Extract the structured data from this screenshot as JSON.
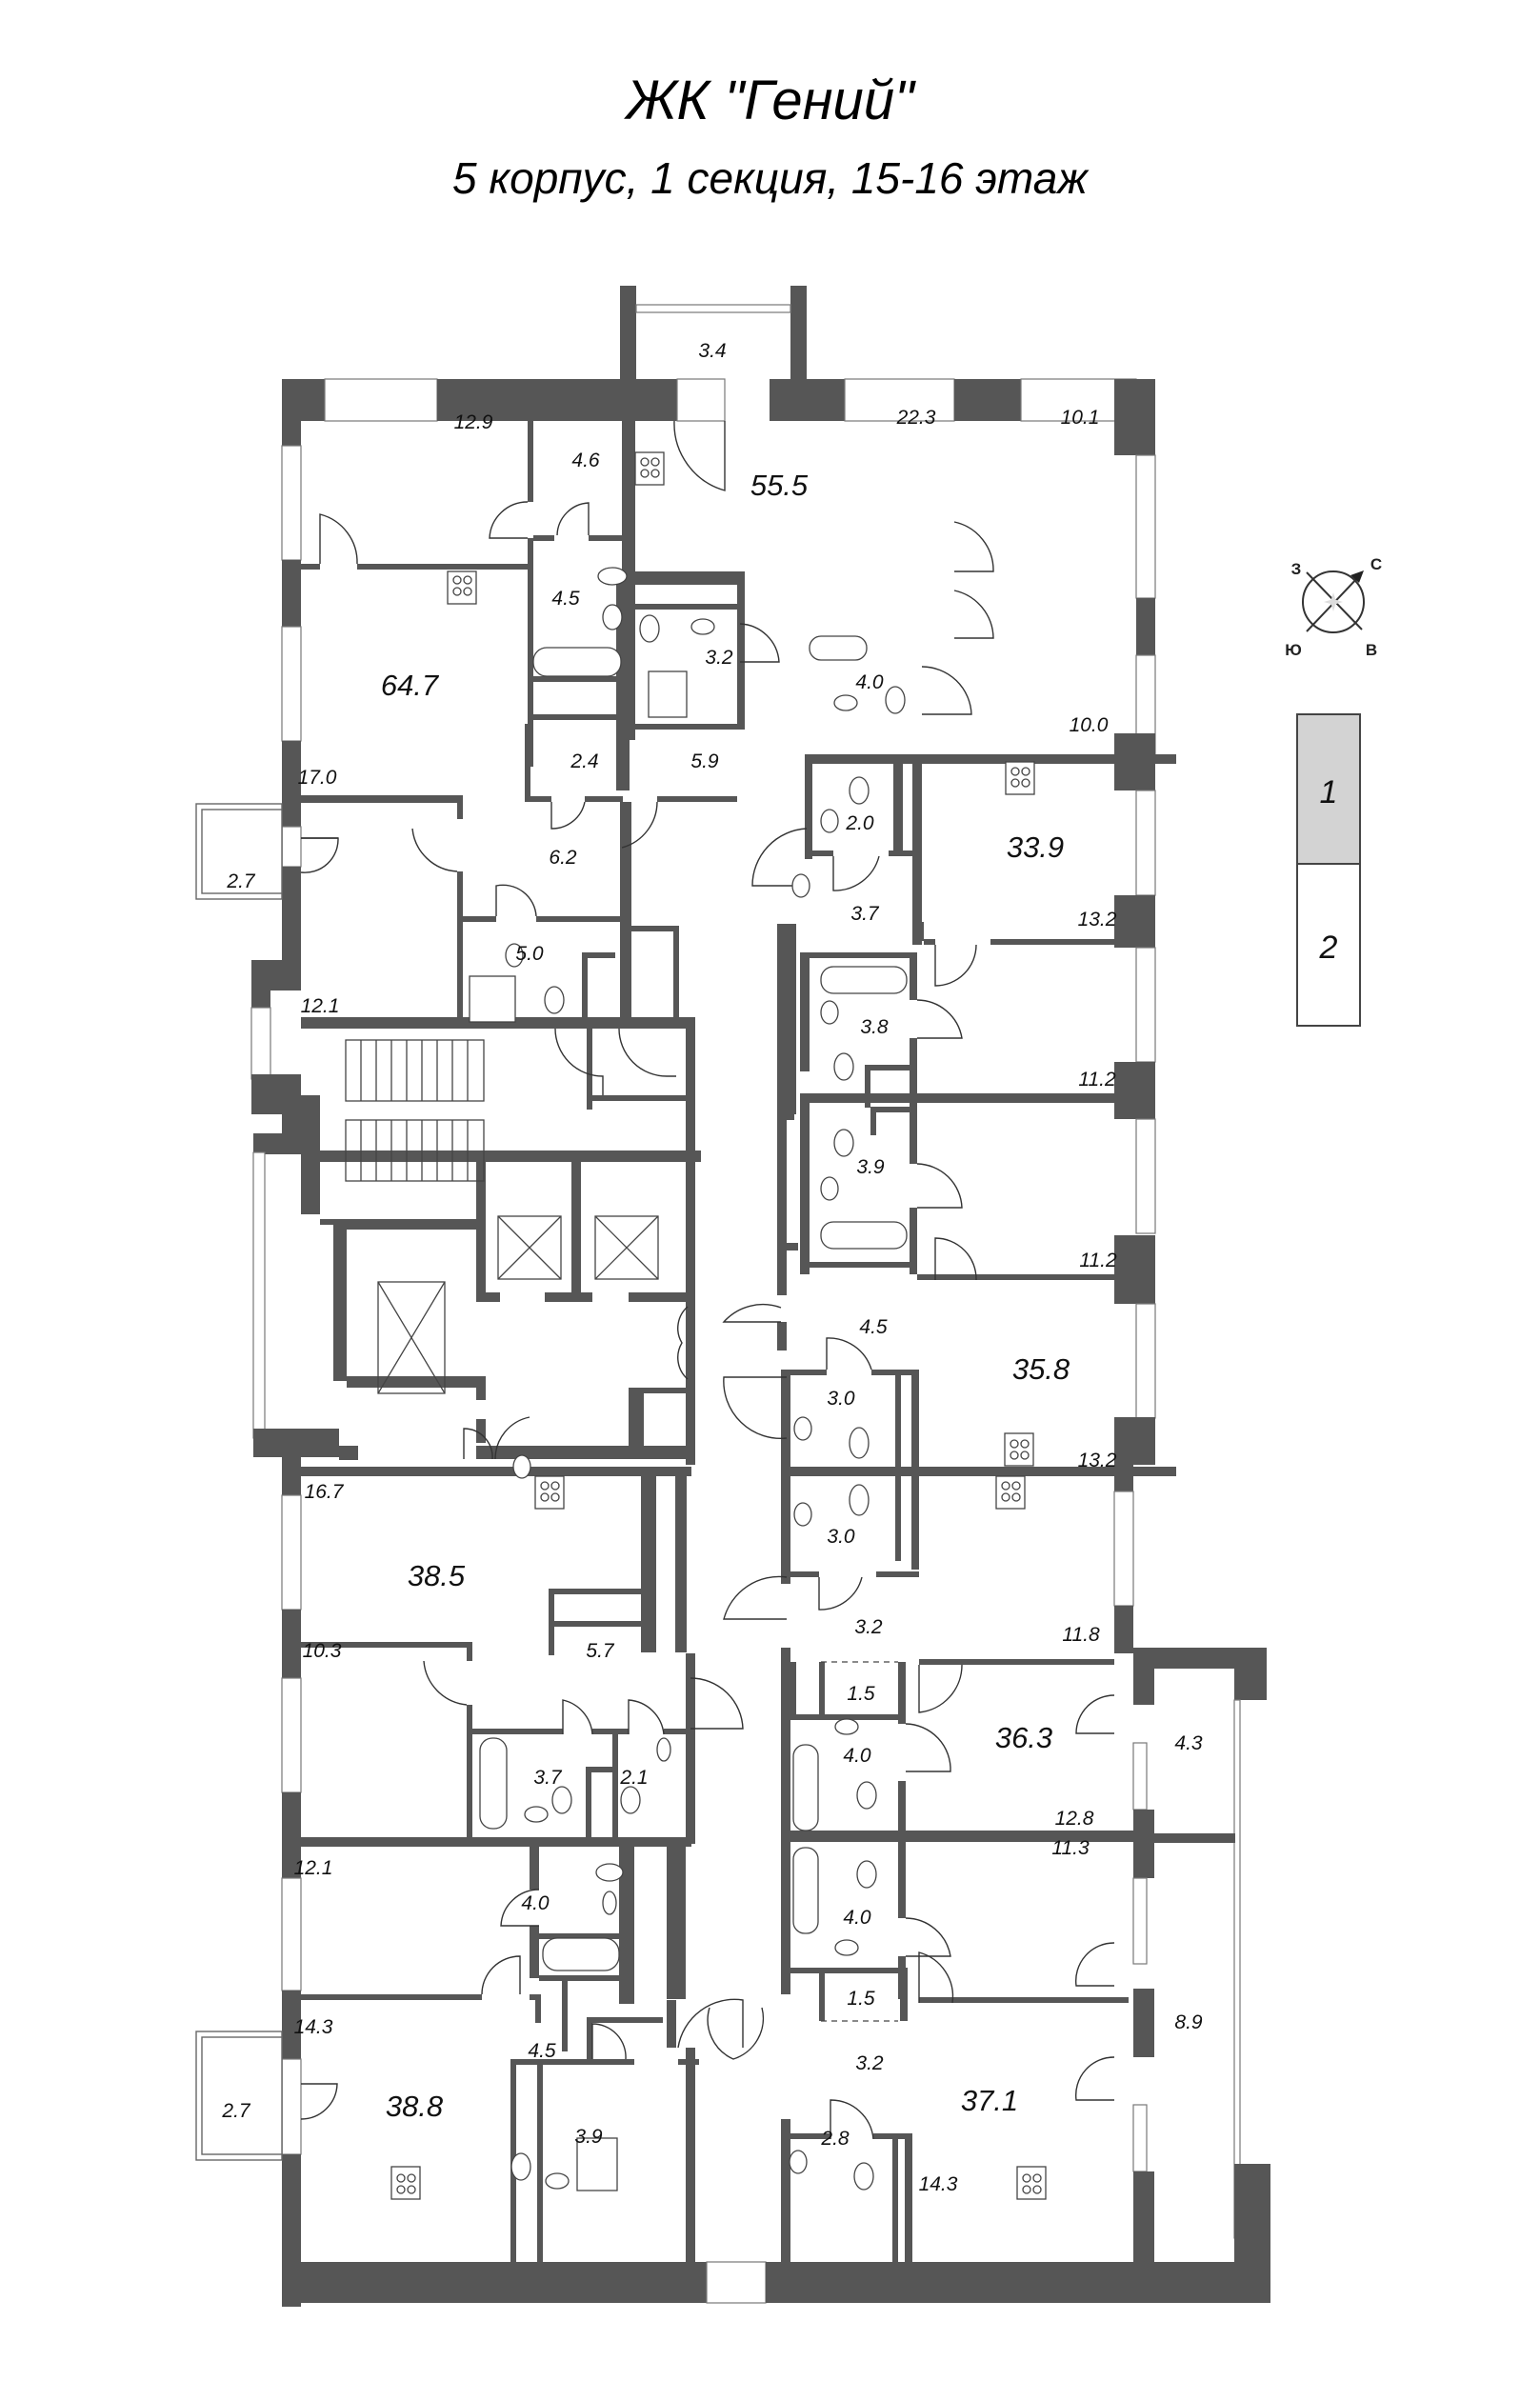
{
  "header": {
    "title": "ЖК \"Гений\"",
    "subtitle": "5 корпус, 1 секция, 15-16 этаж"
  },
  "colors": {
    "wall": "#565656",
    "section_active": "#d3d3d3",
    "section_inactive": "#ffffff"
  },
  "compass": {
    "icon": "compass-rose-icon",
    "labels": {
      "west": "З",
      "north": "С",
      "south": "Ю",
      "east": "В"
    }
  },
  "section_selector": {
    "sections": [
      {
        "label": "1",
        "active": true
      },
      {
        "label": "2",
        "active": false
      }
    ]
  },
  "apartments": [
    {
      "id": "apt-top-left",
      "total": "64.7",
      "rooms": [
        "12.9",
        "4.6",
        "4.5",
        "17.0",
        "2.4",
        "6.2",
        "5.0",
        "12.1",
        "2.7"
      ]
    },
    {
      "id": "apt-top-right",
      "total": "55.5",
      "rooms": [
        "3.4",
        "22.3",
        "10.1",
        "3.2",
        "5.9",
        "4.0",
        "10.0"
      ]
    },
    {
      "id": "apt-right-1",
      "total": "33.9",
      "rooms": [
        "2.0",
        "3.7",
        "13.2",
        "3.8",
        "11.2"
      ]
    },
    {
      "id": "apt-right-2",
      "total": "35.8",
      "rooms": [
        "3.9",
        "11.2",
        "4.5",
        "3.0",
        "13.2"
      ]
    },
    {
      "id": "apt-left-2",
      "total": "38.5",
      "rooms": [
        "16.7",
        "10.3",
        "5.7",
        "3.7",
        "2.1"
      ]
    },
    {
      "id": "apt-right-3",
      "total": "36.3",
      "rooms": [
        "3.0",
        "3.2",
        "11.8",
        "1.5",
        "4.0",
        "4.3",
        "12.8"
      ]
    },
    {
      "id": "apt-left-3",
      "total": "38.8",
      "rooms": [
        "12.1",
        "4.0",
        "14.3",
        "4.5",
        "2.7",
        "3.9"
      ]
    },
    {
      "id": "apt-right-4",
      "total": "37.1",
      "rooms": [
        "11.3",
        "4.0",
        "1.5",
        "3.2",
        "2.8",
        "14.3",
        "8.9"
      ]
    }
  ],
  "labels": {
    "a_12_9": "12.9",
    "a_4_6": "4.6",
    "a_4_5": "4.5",
    "a_64_7": "64.7",
    "a_17_0": "17.0",
    "a_2_4": "2.4",
    "a_5_9": "5.9",
    "a_6_2": "6.2",
    "a_2_7a": "2.7",
    "a_5_0": "5.0",
    "a_12_1a": "12.1",
    "b_3_4": "3.4",
    "b_22_3": "22.3",
    "b_55_5": "55.5",
    "b_10_1": "10.1",
    "b_3_2": "3.2",
    "b_4_0": "4.0",
    "b_10_0": "10.0",
    "c_2_0": "2.0",
    "c_33_9": "33.9",
    "c_3_7": "3.7",
    "c_13_2": "13.2",
    "c_3_8": "3.8",
    "c_11_2": "11.2",
    "d_3_9": "3.9",
    "d_11_2": "11.2",
    "d_4_5": "4.5",
    "d_35_8": "35.8",
    "d_3_0": "3.0",
    "d_13_2": "13.2",
    "e_16_7": "16.7",
    "e_38_5": "38.5",
    "e_10_3": "10.3",
    "e_5_7": "5.7",
    "e_3_7": "3.7",
    "e_2_1": "2.1",
    "f_3_0": "3.0",
    "f_3_2": "3.2",
    "f_11_8": "11.8",
    "f_1_5": "1.5",
    "f_36_3": "36.3",
    "f_4_3": "4.3",
    "f_4_0": "4.0",
    "f_12_8": "12.8",
    "g_12_1": "12.1",
    "g_4_0": "4.0",
    "g_14_3": "14.3",
    "g_4_5": "4.5",
    "g_2_7": "2.7",
    "g_38_8": "38.8",
    "g_3_9": "3.9",
    "h_11_3": "11.3",
    "h_4_0": "4.0",
    "h_1_5": "1.5",
    "h_8_9": "8.9",
    "h_3_2": "3.2",
    "h_37_1": "37.1",
    "h_2_8": "2.8",
    "h_14_3": "14.3"
  }
}
